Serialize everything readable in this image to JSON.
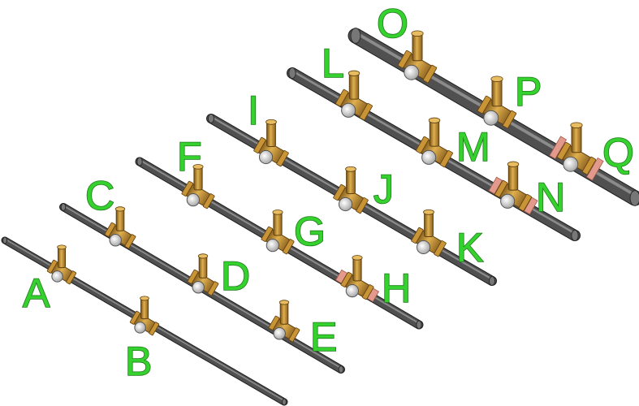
{
  "figure": {
    "label_color": "#35d12e",
    "pipe_color": "#505050",
    "valve_color": "#c89436",
    "gauge_color": "#dcdcdc",
    "fitting_accent_color": "#e39a8c"
  },
  "pipes": [
    {
      "id": "pipe-1",
      "valves": [
        {
          "label": "A",
          "accent": false
        },
        {
          "label": "B",
          "accent": false
        }
      ]
    },
    {
      "id": "pipe-2",
      "valves": [
        {
          "label": "C",
          "accent": false
        },
        {
          "label": "D",
          "accent": false
        },
        {
          "label": "E",
          "accent": false
        }
      ]
    },
    {
      "id": "pipe-3",
      "valves": [
        {
          "label": "F",
          "accent": false
        },
        {
          "label": "G",
          "accent": false
        },
        {
          "label": "H",
          "accent": true
        }
      ]
    },
    {
      "id": "pipe-4",
      "valves": [
        {
          "label": "I",
          "accent": false
        },
        {
          "label": "J",
          "accent": false
        },
        {
          "label": "K",
          "accent": false
        }
      ]
    },
    {
      "id": "pipe-5",
      "valves": [
        {
          "label": "L",
          "accent": false
        },
        {
          "label": "M",
          "accent": false
        },
        {
          "label": "N",
          "accent": true
        }
      ]
    },
    {
      "id": "pipe-6",
      "valves": [
        {
          "label": "O",
          "accent": false
        },
        {
          "label": "P",
          "accent": false
        },
        {
          "label": "Q",
          "accent": true
        }
      ]
    }
  ]
}
